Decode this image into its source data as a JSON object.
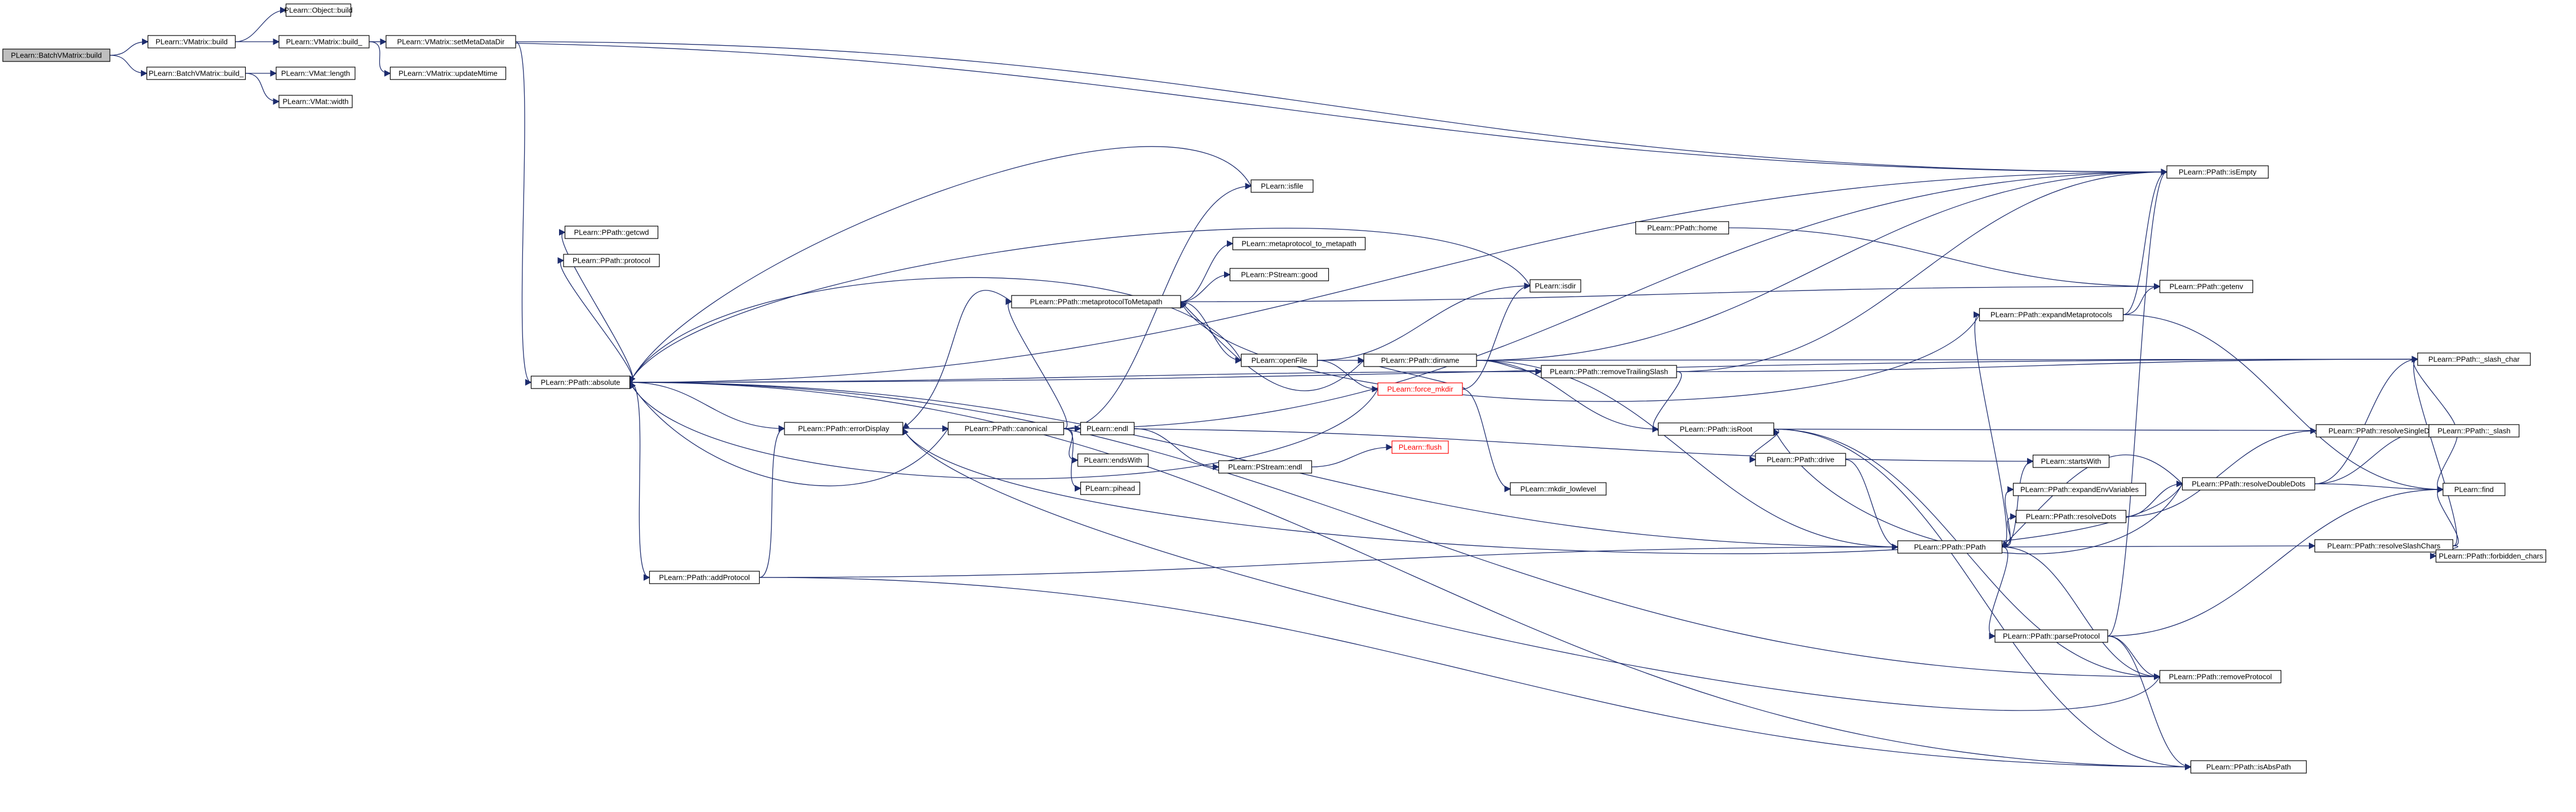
{
  "graph": {
    "root_id": "n0",
    "nodes": [
      {
        "id": "n0",
        "label": "PLearn::BatchVMatrix::build"
      },
      {
        "id": "n1",
        "label": "PLearn::VMatrix::build"
      },
      {
        "id": "n2",
        "label": "PLearn::BatchVMatrix::build_"
      },
      {
        "id": "n3",
        "label": "PLearn::Object::build"
      },
      {
        "id": "n4",
        "label": "PLearn::VMatrix::build_"
      },
      {
        "id": "n5",
        "label": "PLearn::VMatrix::setMetaDataDir"
      },
      {
        "id": "n6",
        "label": "PLearn::VMatrix::updateMtime"
      },
      {
        "id": "n7",
        "label": "PLearn::VMat::length"
      },
      {
        "id": "n8",
        "label": "PLearn::VMat::width"
      },
      {
        "id": "n9",
        "label": "PLearn::PPath::absolute"
      },
      {
        "id": "n10",
        "label": "PLearn::PPath::getcwd"
      },
      {
        "id": "n11",
        "label": "PLearn::PPath::protocol"
      },
      {
        "id": "n12",
        "label": "PLearn::PPath::errorDisplay"
      },
      {
        "id": "n13",
        "label": "PLearn::PPath::addProtocol"
      },
      {
        "id": "n14",
        "label": "PLearn::PPath::canonical"
      },
      {
        "id": "n15",
        "label": "PLearn::isfile"
      },
      {
        "id": "n16",
        "label": "PLearn::metaprotocol_to_metapath"
      },
      {
        "id": "n17",
        "label": "PLearn::PStream::good"
      },
      {
        "id": "n18",
        "label": "PLearn::PPath::metaprotocolToMetapath"
      },
      {
        "id": "n19",
        "label": "PLearn::openFile"
      },
      {
        "id": "n20",
        "label": "PLearn::endl"
      },
      {
        "id": "n21",
        "label": "PLearn::endsWith"
      },
      {
        "id": "n22",
        "label": "PLearn::pihead"
      },
      {
        "id": "n23",
        "label": "PLearn::PStream::endl"
      },
      {
        "id": "n24",
        "label": "PLearn::flush"
      },
      {
        "id": "n25",
        "label": "PLearn::isdir"
      },
      {
        "id": "n26",
        "label": "PLearn::PPath::dirname"
      },
      {
        "id": "n27",
        "label": "PLearn::force_mkdir"
      },
      {
        "id": "n28",
        "label": "PLearn::mkdir_lowlevel"
      },
      {
        "id": "n29",
        "label": "PLearn::PPath::home"
      },
      {
        "id": "n30",
        "label": "PLearn::PPath::removeTrailingSlash"
      },
      {
        "id": "n31",
        "label": "PLearn::PPath::isRoot"
      },
      {
        "id": "n32",
        "label": "PLearn::PPath::drive"
      },
      {
        "id": "n33",
        "label": "PLearn::PPath::PPath"
      },
      {
        "id": "n34",
        "label": "PLearn::startsWith"
      },
      {
        "id": "n35",
        "label": "PLearn::PPath::expandEnvVariables"
      },
      {
        "id": "n36",
        "label": "PLearn::PPath::resolveDots"
      },
      {
        "id": "n37",
        "label": "PLearn::PPath::parseProtocol"
      },
      {
        "id": "n38",
        "label": "PLearn::PPath::removeProtocol"
      },
      {
        "id": "n39",
        "label": "PLearn::PPath::isAbsPath"
      },
      {
        "id": "n40",
        "label": "PLearn::PPath::expandMetaprotocols"
      },
      {
        "id": "n41",
        "label": "PLearn::PPath::isEmpty"
      },
      {
        "id": "n42",
        "label": "PLearn::PPath::getenv"
      },
      {
        "id": "n43",
        "label": "PLearn::PPath::_slash_char"
      },
      {
        "id": "n44",
        "label": "PLearn::PPath::resolveSingleDots"
      },
      {
        "id": "n45",
        "label": "PLearn::PPath::resolveDoubleDots"
      },
      {
        "id": "n46",
        "label": "PLearn::PPath::_slash"
      },
      {
        "id": "n47",
        "label": "PLearn::find"
      },
      {
        "id": "n48",
        "label": "PLearn::PPath::resolveSlashChars"
      },
      {
        "id": "n49",
        "label": "PLearn::PPath::forbidden_chars"
      }
    ],
    "red_nodes": [
      "n24",
      "n27"
    ],
    "edges": [
      [
        "n0",
        "n1"
      ],
      [
        "n0",
        "n2"
      ],
      [
        "n1",
        "n3"
      ],
      [
        "n1",
        "n4"
      ],
      [
        "n4",
        "n5"
      ],
      [
        "n4",
        "n6"
      ],
      [
        "n4",
        "n41"
      ],
      [
        "n2",
        "n7"
      ],
      [
        "n2",
        "n8"
      ],
      [
        "n5",
        "n9"
      ],
      [
        "n5",
        "n41"
      ],
      [
        "n9",
        "n10"
      ],
      [
        "n9",
        "n11"
      ],
      [
        "n9",
        "n12"
      ],
      [
        "n9",
        "n13"
      ],
      [
        "n9",
        "n33"
      ],
      [
        "n9",
        "n38"
      ],
      [
        "n9",
        "n39"
      ],
      [
        "n9",
        "n41"
      ],
      [
        "n9",
        "n43"
      ],
      [
        "n9",
        "n30"
      ],
      [
        "n12",
        "n14"
      ],
      [
        "n13",
        "n12"
      ],
      [
        "n13",
        "n33"
      ],
      [
        "n13",
        "n39"
      ],
      [
        "n14",
        "n15"
      ],
      [
        "n14",
        "n18"
      ],
      [
        "n14",
        "n20"
      ],
      [
        "n14",
        "n21"
      ],
      [
        "n14",
        "n22"
      ],
      [
        "n14",
        "n9"
      ],
      [
        "n14",
        "n41"
      ],
      [
        "n14",
        "n34"
      ],
      [
        "n15",
        "n9"
      ],
      [
        "n18",
        "n16"
      ],
      [
        "n18",
        "n17"
      ],
      [
        "n18",
        "n19"
      ],
      [
        "n18",
        "n12"
      ],
      [
        "n18",
        "n42"
      ],
      [
        "n19",
        "n25"
      ],
      [
        "n19",
        "n26"
      ],
      [
        "n19",
        "n27"
      ],
      [
        "n19",
        "n9"
      ],
      [
        "n20",
        "n23"
      ],
      [
        "n23",
        "n24"
      ],
      [
        "n25",
        "n9"
      ],
      [
        "n26",
        "n30"
      ],
      [
        "n26",
        "n31"
      ],
      [
        "n26",
        "n41"
      ],
      [
        "n26",
        "n33"
      ],
      [
        "n26",
        "n43"
      ],
      [
        "n26",
        "n18"
      ],
      [
        "n27",
        "n25"
      ],
      [
        "n27",
        "n28"
      ],
      [
        "n27",
        "n26"
      ],
      [
        "n27",
        "n9"
      ],
      [
        "n29",
        "n42"
      ],
      [
        "n30",
        "n31"
      ],
      [
        "n30",
        "n41"
      ],
      [
        "n30",
        "n43"
      ],
      [
        "n31",
        "n32"
      ],
      [
        "n31",
        "n39"
      ],
      [
        "n31",
        "n38"
      ],
      [
        "n31",
        "n46"
      ],
      [
        "n32",
        "n33"
      ],
      [
        "n33",
        "n34"
      ],
      [
        "n33",
        "n35"
      ],
      [
        "n33",
        "n36"
      ],
      [
        "n33",
        "n37"
      ],
      [
        "n33",
        "n38"
      ],
      [
        "n33",
        "n40"
      ],
      [
        "n33",
        "n48"
      ],
      [
        "n36",
        "n44"
      ],
      [
        "n36",
        "n45"
      ],
      [
        "n37",
        "n38"
      ],
      [
        "n37",
        "n39"
      ],
      [
        "n37",
        "n41"
      ],
      [
        "n37",
        "n47"
      ],
      [
        "n38",
        "n12"
      ],
      [
        "n40",
        "n41"
      ],
      [
        "n40",
        "n42"
      ],
      [
        "n40",
        "n47"
      ],
      [
        "n40",
        "n18"
      ],
      [
        "n44",
        "n46"
      ],
      [
        "n44",
        "n47"
      ],
      [
        "n44",
        "n43"
      ],
      [
        "n45",
        "n43"
      ],
      [
        "n45",
        "n46"
      ],
      [
        "n45",
        "n47"
      ],
      [
        "n45",
        "n31"
      ],
      [
        "n45",
        "n33"
      ],
      [
        "n45",
        "n12"
      ],
      [
        "n48",
        "n47"
      ],
      [
        "n48",
        "n49"
      ],
      [
        "n48",
        "n43"
      ]
    ]
  }
}
